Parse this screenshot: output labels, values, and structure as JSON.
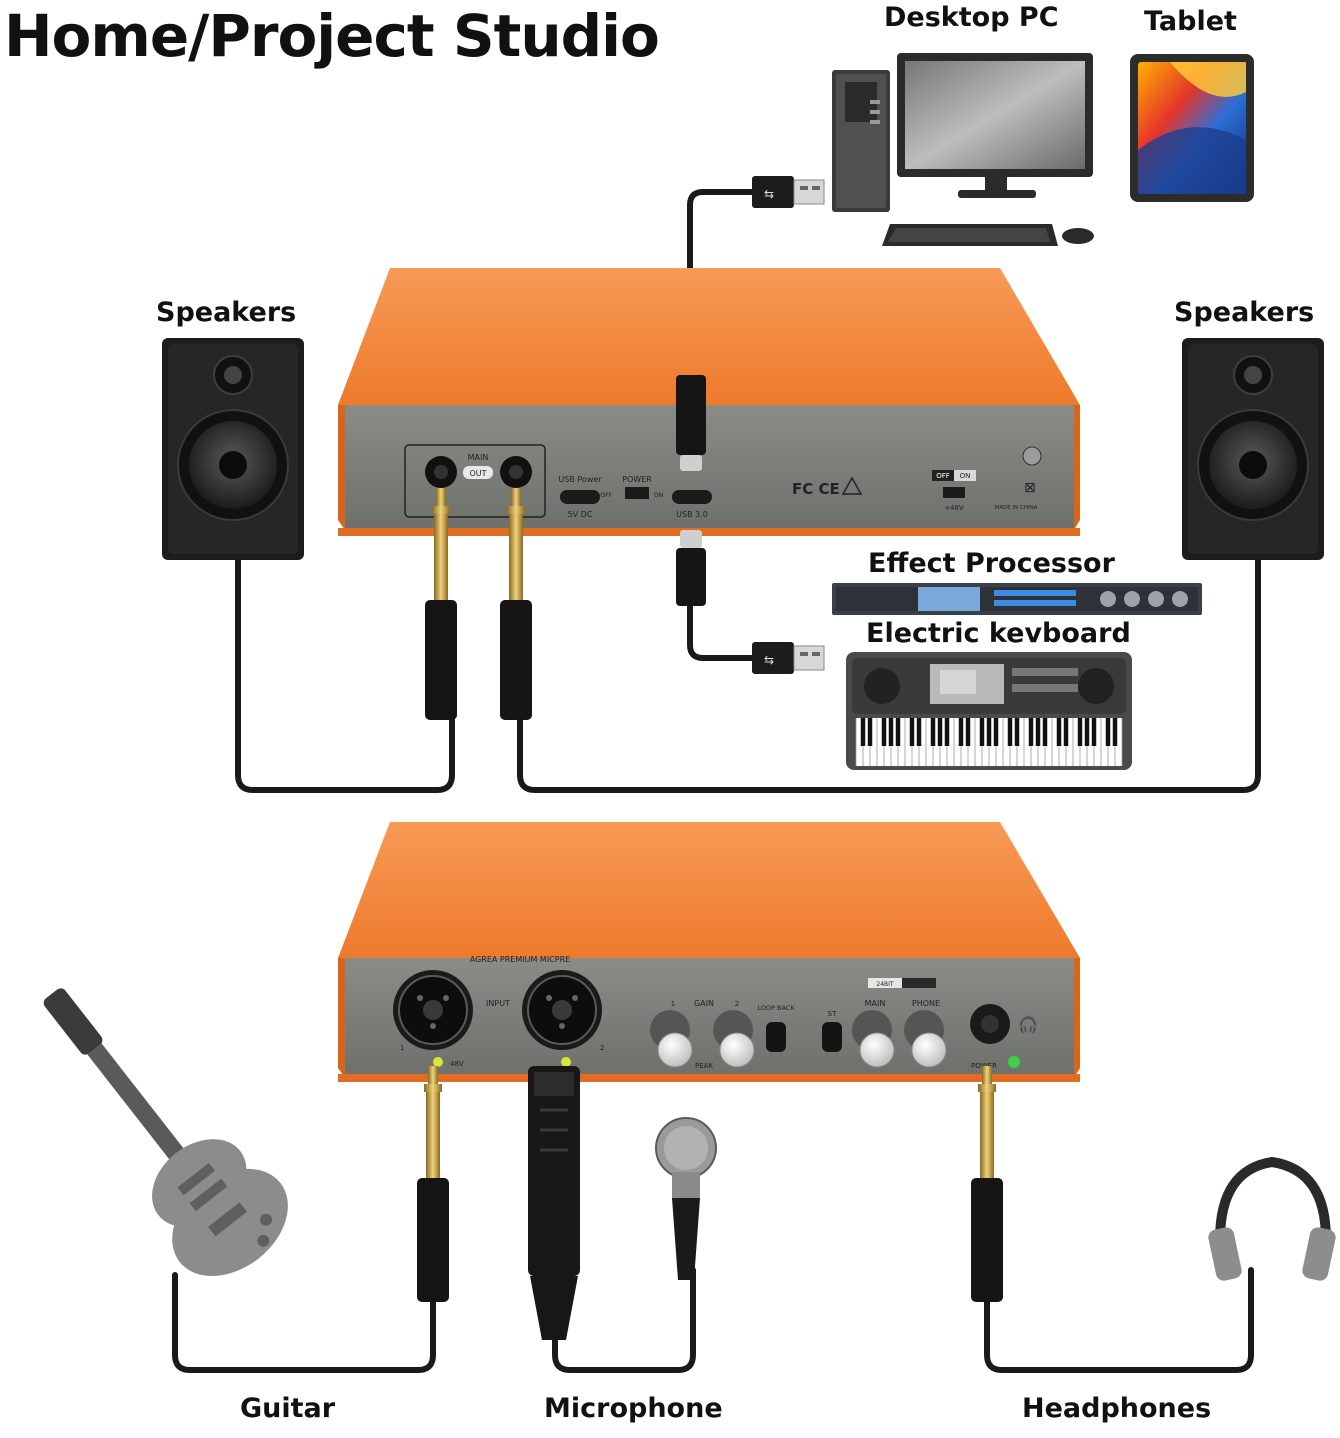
{
  "title": "Home/Project Studio",
  "labels": {
    "desktop_pc": "Desktop PC",
    "tablet": "Tablet",
    "speakers_left": "Speakers",
    "speakers_right": "Speakers",
    "effect_processor": "Effect Processor",
    "electric_keyboard": "Electric kevboard",
    "guitar": "Guitar",
    "microphone": "Microphone",
    "headphones": "Headphones"
  },
  "rear_panel": {
    "main_label": "MAIN",
    "out_label": "OUT",
    "usb_power_label": "USB Power",
    "usb_power_spec": "5V DC",
    "power_label": "POWER",
    "off_label": "OFF",
    "on_label": "ON",
    "usb3_label": "USB 3.0",
    "cert_marks": "FC CE",
    "phantom_off": "OFF",
    "phantom_on": "ON",
    "phantom_label": "+48V",
    "made_in": "MADE IN CHINA"
  },
  "front_panel": {
    "preamp_title": "AGREA PREMIUM MICPRE",
    "input_label": "INPUT",
    "ch1": "1",
    "ch2": "2",
    "phantom_48v": "48V",
    "gain_label": "GAIN",
    "gain_1": "1",
    "gain_2": "2",
    "peak_label": "PEAK",
    "loop_back_label": "LOOP BACK",
    "st_label": "ST",
    "main_label": "MAIN",
    "phone_label": "PHONE",
    "power_label": "POWER",
    "mode_label": "24BIT"
  },
  "colors": {
    "orange_top": "#f58a3c",
    "orange_side": "#e76f1f",
    "panel_gray": "#7c7e79",
    "cable": "#1a1a1a",
    "gold": "#c9a143"
  }
}
